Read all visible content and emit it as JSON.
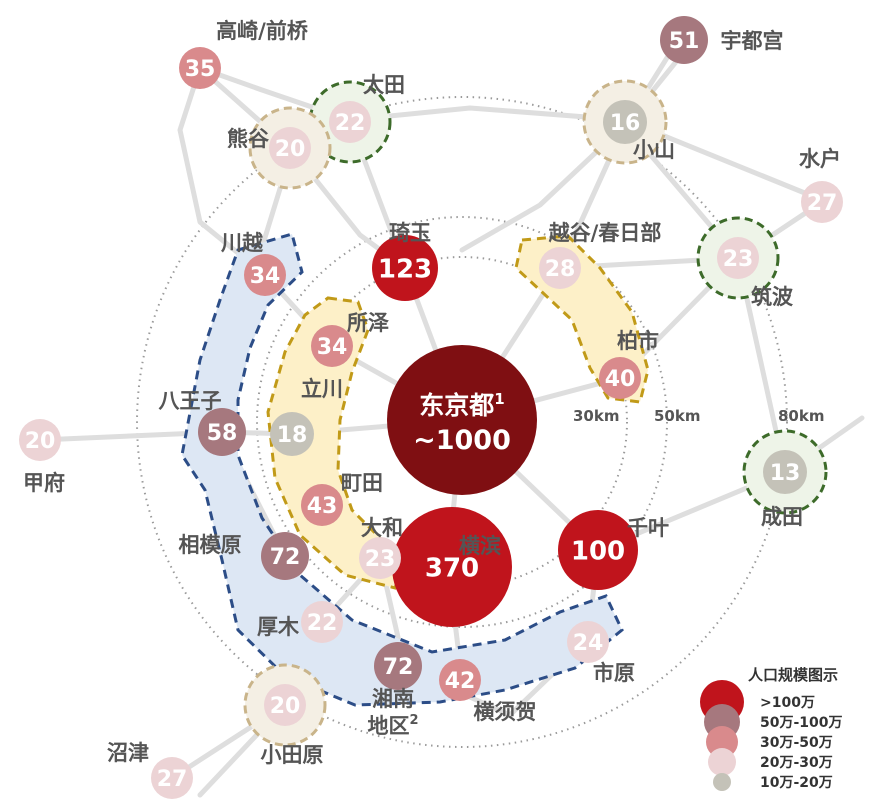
{
  "center": {
    "name": "东京都",
    "sup": "1",
    "value": "~1000",
    "color": "#7f0f12"
  },
  "rings": [
    "30km",
    "50km",
    "80km"
  ],
  "cities": [
    {
      "id": "saitama",
      "name": "琦玉",
      "value": "123",
      "size": "xl"
    },
    {
      "id": "yokohama",
      "name": "横滨",
      "value": "370",
      "size": "xl"
    },
    {
      "id": "chiba",
      "name": "千叶",
      "value": "100",
      "size": "xl"
    },
    {
      "id": "tokorozawa",
      "name": "所泽",
      "value": "34",
      "size": "m"
    },
    {
      "id": "tachikawa",
      "name": "立川",
      "value": "18",
      "size": "xs"
    },
    {
      "id": "machida",
      "name": "町田",
      "value": "43",
      "size": "m"
    },
    {
      "id": "yamato",
      "name": "大和",
      "value": "23",
      "size": "s"
    },
    {
      "id": "koshigaya",
      "name": "越谷/春日部",
      "value": "28",
      "size": "s"
    },
    {
      "id": "kashiwa",
      "name": "柏市",
      "value": "40",
      "size": "m"
    },
    {
      "id": "kawagoe",
      "name": "川越",
      "value": "34",
      "size": "m"
    },
    {
      "id": "hachioji",
      "name": "八王子",
      "value": "58",
      "size": "l"
    },
    {
      "id": "sagamihara",
      "name": "相模原",
      "value": "72",
      "size": "l"
    },
    {
      "id": "atsugi",
      "name": "厚木",
      "value": "22",
      "size": "s"
    },
    {
      "id": "shonan",
      "name": "湘南",
      "name2": "地区",
      "sup": "2",
      "value": "72",
      "size": "l"
    },
    {
      "id": "yokosuka",
      "name": "横须贺",
      "value": "42",
      "size": "m"
    },
    {
      "id": "ichihara",
      "name": "市原",
      "value": "24",
      "size": "s"
    },
    {
      "id": "odawara",
      "name": "小田原",
      "value": "20",
      "size": "s"
    },
    {
      "id": "numazu",
      "name": "沼津",
      "value": "27",
      "size": "s"
    },
    {
      "id": "kofu",
      "name": "甲府",
      "value": "20",
      "size": "s"
    },
    {
      "id": "takasaki",
      "name": "高崎/前桥",
      "value": "35",
      "size": "m"
    },
    {
      "id": "ota",
      "name": "太田",
      "value": "22",
      "size": "s"
    },
    {
      "id": "kumagaya",
      "name": "熊谷",
      "value": "20",
      "size": "s"
    },
    {
      "id": "utsunomiya",
      "name": "宇都宫",
      "value": "51",
      "size": "l"
    },
    {
      "id": "oyama",
      "name": "小山",
      "value": "16",
      "size": "xs"
    },
    {
      "id": "mito",
      "name": "水户",
      "value": "27",
      "size": "s"
    },
    {
      "id": "tsukuba",
      "name": "筑波",
      "value": "23",
      "size": "s"
    },
    {
      "id": "narita",
      "name": "成田",
      "value": "13",
      "size": "xs"
    }
  ],
  "legend": {
    "title": "人口规模图示",
    "items": [
      {
        "size": "xl",
        "label": ">100万",
        "color": "#c0141c"
      },
      {
        "size": "l",
        "label": "50万-100万",
        "color": "#a6787e"
      },
      {
        "size": "m",
        "label": "30万-50万",
        "color": "#d98a8c"
      },
      {
        "size": "s",
        "label": "20万-30万",
        "color": "#ecd3d5"
      },
      {
        "size": "xs",
        "label": "10万-20万",
        "color": "#c4c2b8"
      }
    ]
  }
}
